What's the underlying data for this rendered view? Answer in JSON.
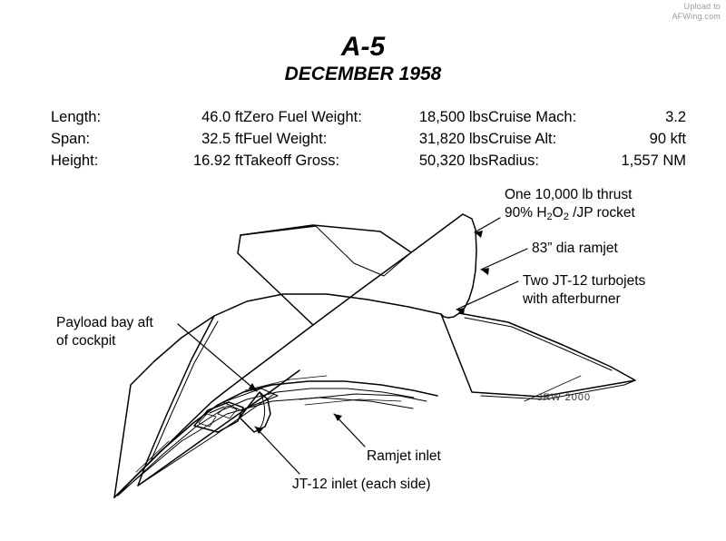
{
  "watermark": {
    "line1": "Upload to",
    "line2": "AFWing.com"
  },
  "title": {
    "main": "A-5",
    "subtitle": "DECEMBER 1958"
  },
  "specs": {
    "column1": [
      {
        "label": "Length:",
        "value": "46.0 ft"
      },
      {
        "label": "Span:",
        "value": "32.5 ft"
      },
      {
        "label": "Height:",
        "value": "16.92 ft"
      }
    ],
    "column2": [
      {
        "label": "Zero Fuel Weight:",
        "value": "18,500 lbs"
      },
      {
        "label": "Fuel Weight:",
        "value": "31,820 lbs"
      },
      {
        "label": "Takeoff Gross:",
        "value": "50,320 lbs"
      }
    ],
    "column3": [
      {
        "label": "Cruise Mach:",
        "value": "3.2"
      },
      {
        "label": "Cruise Alt:",
        "value": "90 kft"
      },
      {
        "label": "Radius:",
        "value": "1,557 NM"
      }
    ]
  },
  "callouts": {
    "rocket_line1": "One 10,000 lb thrust",
    "rocket_line2_pre": "90% H",
    "rocket_line2_sub1": "2",
    "rocket_line2_mid": "O",
    "rocket_line2_sub2": "2",
    "rocket_line2_post": " /JP rocket",
    "ramjet": "83” dia ramjet",
    "turbojet_line1": "Two JT-12 turbojets",
    "turbojet_line2": "with afterburner",
    "payload_line1": "Payload bay aft",
    "payload_line2": "of cockpit",
    "ramjet_inlet": "Ramjet inlet",
    "jt12_inlet": "JT-12 inlet (each side)"
  },
  "signature": "JRW 2000",
  "colors": {
    "ink": "#000000",
    "paper": "#ffffff",
    "watermark": "#9a9a9a"
  }
}
